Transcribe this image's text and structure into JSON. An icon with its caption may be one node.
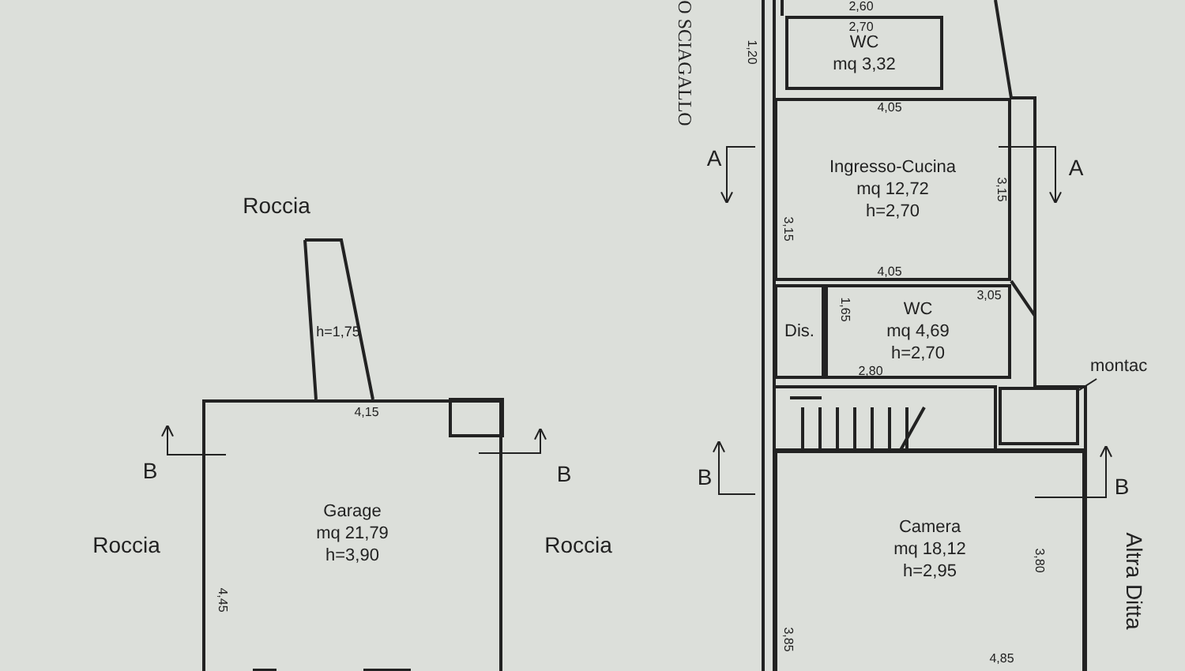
{
  "diagram": {
    "nodes": [
      {
        "text": [
          "Garage",
          "mq 21,79",
          "h=3,90"
        ]
      },
      {
        "text": [
          "WC",
          "mq 3,32"
        ]
      },
      {
        "text": [
          "Ingresso-Cucina",
          "mq 12,72",
          "h=2,70"
        ]
      },
      {
        "text": [
          "Dis."
        ]
      },
      {
        "text": [
          "WC",
          "mq 4,69",
          "h=2,70"
        ]
      },
      {
        "text": [
          "Camera",
          "mq 18,12",
          "h=2,95"
        ]
      },
      {
        "text": [
          "montac"
        ]
      },
      {
        "text": [],
        "shape": "box"
      }
    ],
    "edges": [
      {
        "from": 6,
        "to": 7,
        "arrow": "none"
      }
    ],
    "labels": [
      "O SCIAGALLO",
      "2,60",
      "2,70",
      "1,20",
      "4,05",
      "Roccia",
      "A",
      "A",
      "3,15",
      "3,15",
      "4,05",
      "h=1,75",
      "1,65",
      "3,05",
      "2,80",
      "4,15",
      "B",
      "B",
      "B",
      "B",
      "Roccia",
      "Roccia",
      "Altra Ditta",
      "3,80",
      "4,45",
      "3,85",
      "4,85"
    ]
  }
}
